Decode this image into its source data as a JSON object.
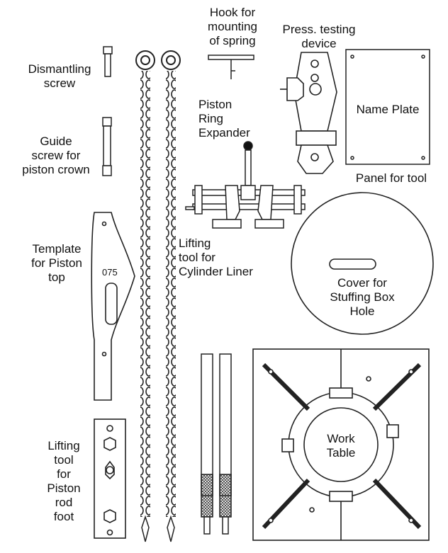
{
  "labels": {
    "dismantling_screw": "Dismantling\nscrew",
    "guide_screw": "Guide\nscrew for\npiston crown",
    "template": "Template\nfor Piston\ntop",
    "template_number": "075",
    "lifting_tool_piston_rod": "Lifting\ntool\nfor\nPiston\nrod\nfoot",
    "hook_spring": "Hook for\nmounting\nof spring",
    "press_testing": "Press. testing\ndevice",
    "piston_ring_expander": "Piston\nRing\nExpander",
    "lifting_tool_liner": "Lifting\ntool for\nCylinder Liner",
    "name_plate": "Name Plate",
    "panel_for_tool": "Panel for tool",
    "cover_stuffing_box": "Cover for\nStuffing Box\nHole",
    "work_table": "Work\nTable"
  }
}
